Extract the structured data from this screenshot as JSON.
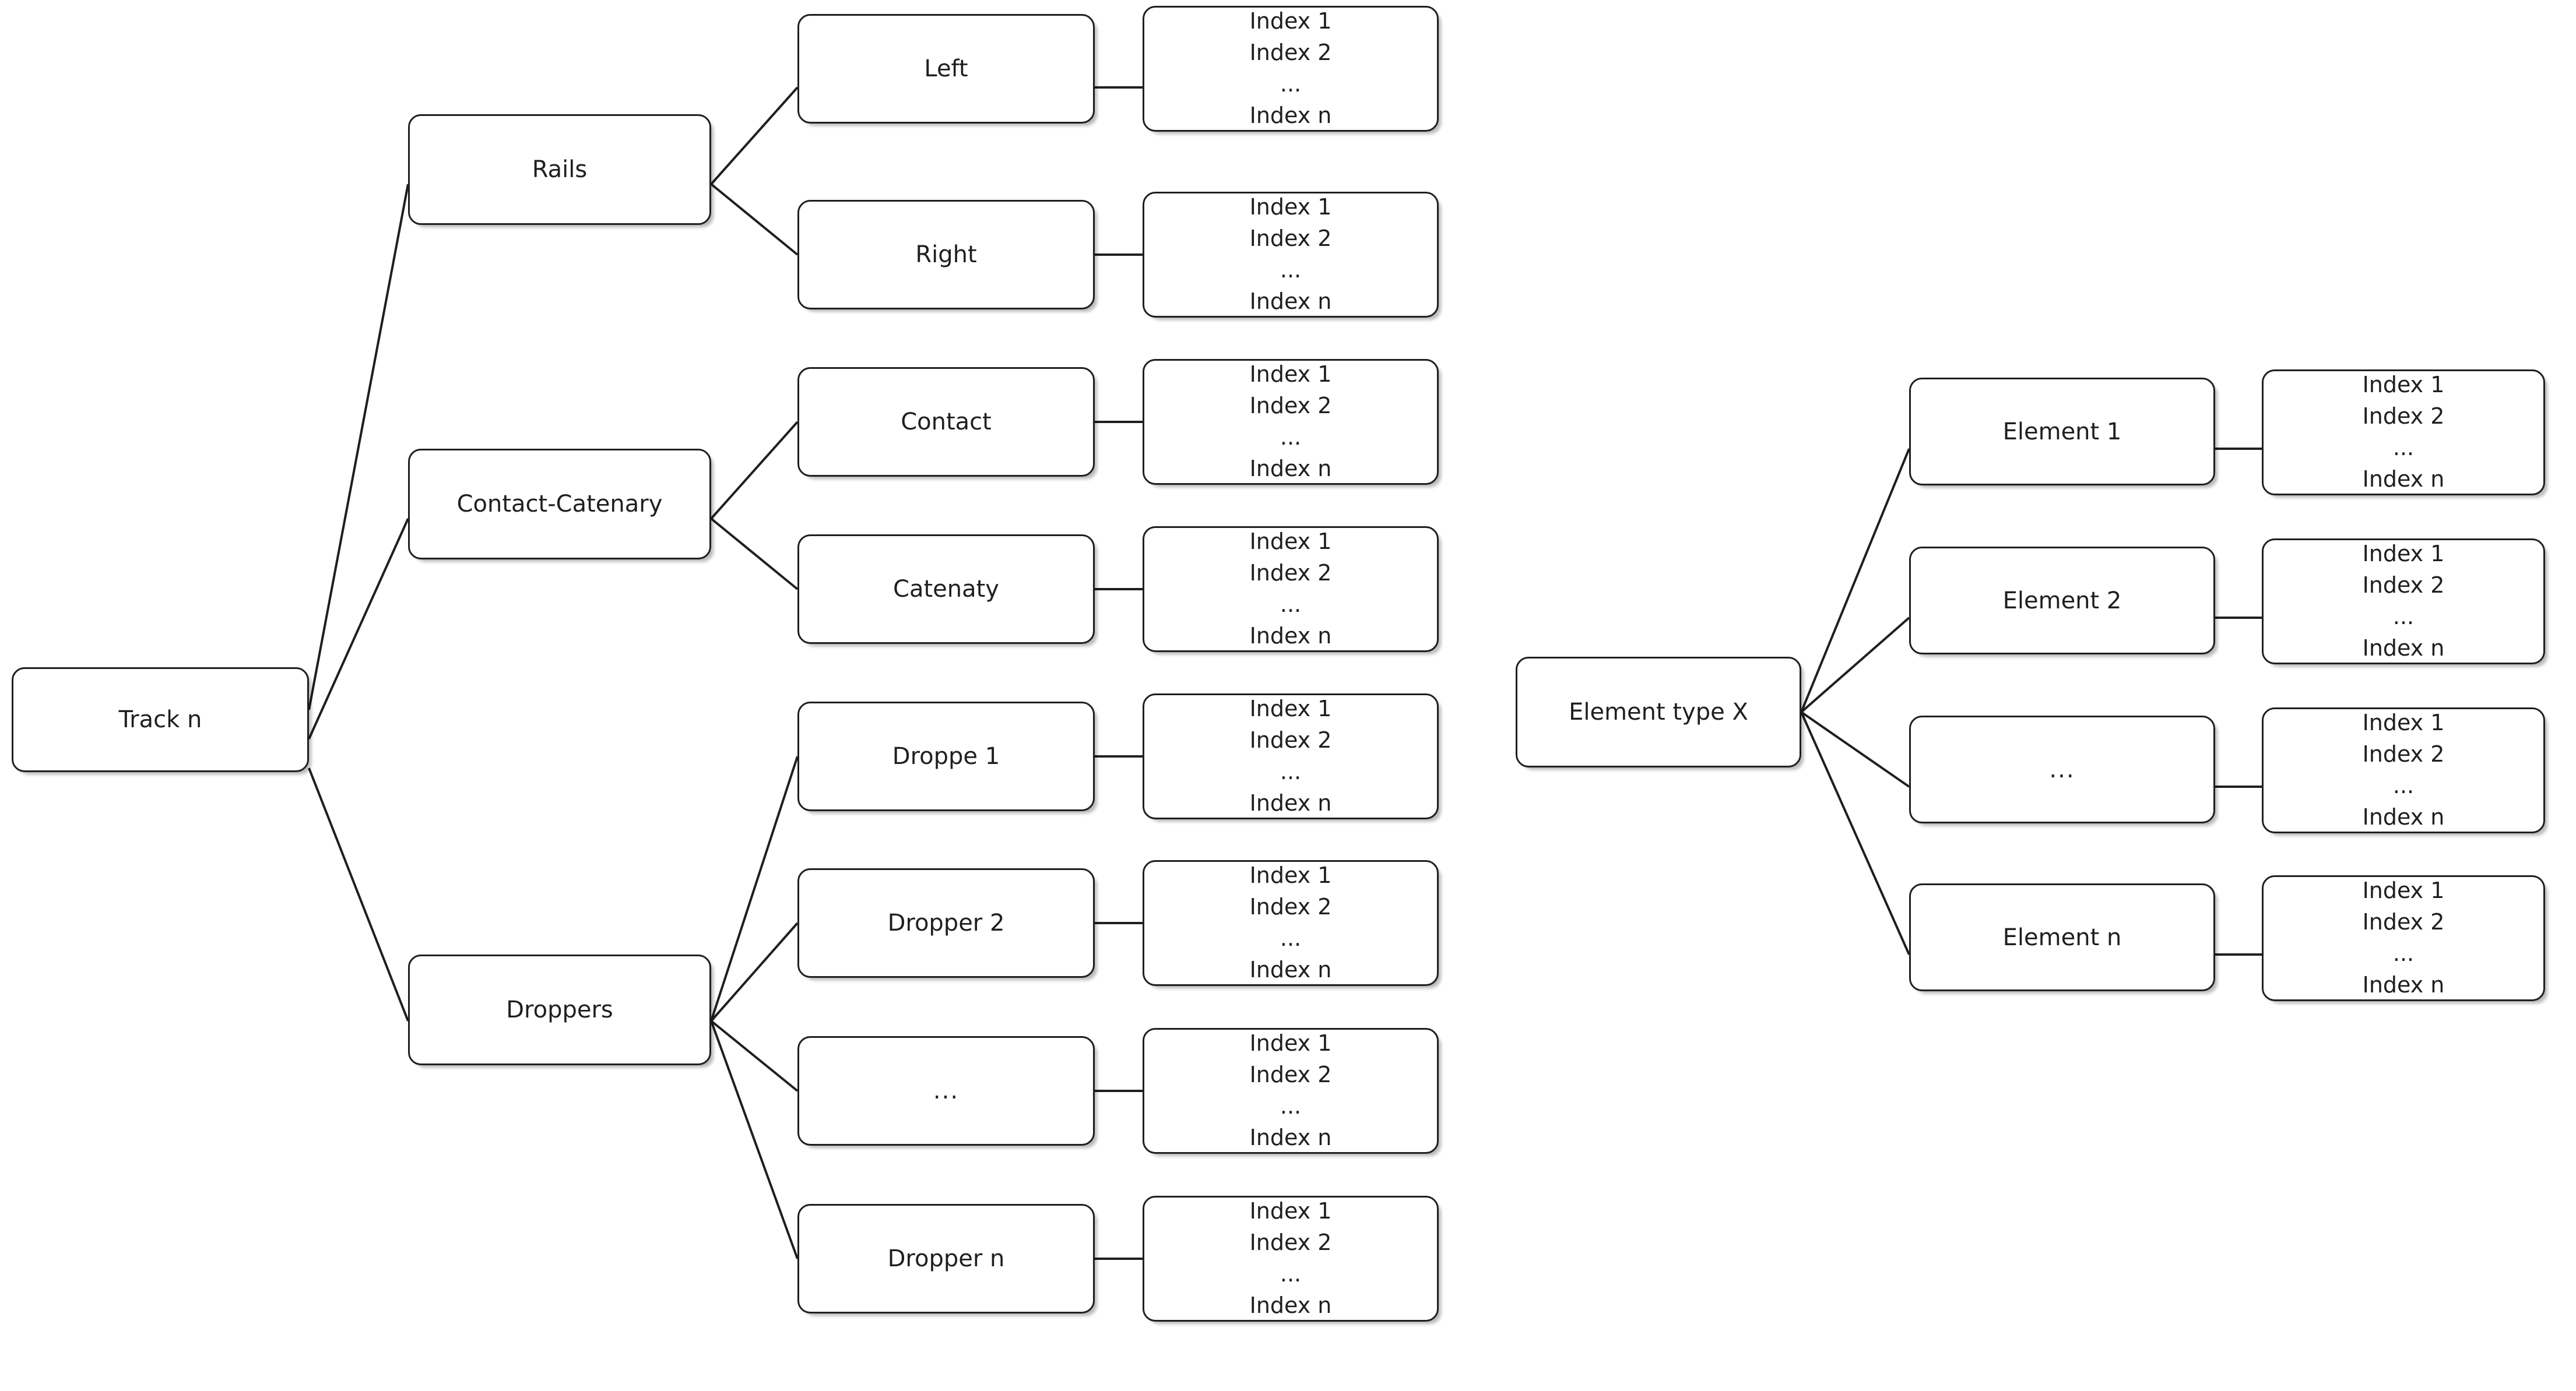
{
  "diagram": {
    "type": "tree-hierarchy",
    "background_color": "#ffffff",
    "node_fill": "#ffffff",
    "node_stroke": "#1f1f1f",
    "text_color": "#1f1f1f",
    "index_lines": [
      "Index 1",
      "Index 2",
      "...",
      "Index n"
    ],
    "index_block_text": "Index 1\nIndex 2\n...\nIndex n",
    "left_tree": {
      "root": {
        "label": "Track n"
      },
      "level2": [
        {
          "label": "Rails"
        },
        {
          "label": "Contact-Catenary"
        },
        {
          "label": "Droppers"
        }
      ],
      "level3": [
        {
          "label": "Left",
          "parent": "Rails"
        },
        {
          "label": "Right",
          "parent": "Rails"
        },
        {
          "label": "Contact",
          "parent": "Contact-Catenary"
        },
        {
          "label": "Catenaty",
          "parent": "Contact-Catenary"
        },
        {
          "label": "Droppe 1",
          "parent": "Droppers"
        },
        {
          "label": "Dropper 2",
          "parent": "Droppers"
        },
        {
          "label": "...",
          "parent": "Droppers"
        },
        {
          "label": "Dropper n",
          "parent": "Droppers"
        }
      ]
    },
    "right_tree": {
      "root": {
        "label": "Element type X"
      },
      "level2": [
        {
          "label": "Element 1"
        },
        {
          "label": "Element 2"
        },
        {
          "label": "..."
        },
        {
          "label": "Element n"
        }
      ]
    }
  }
}
